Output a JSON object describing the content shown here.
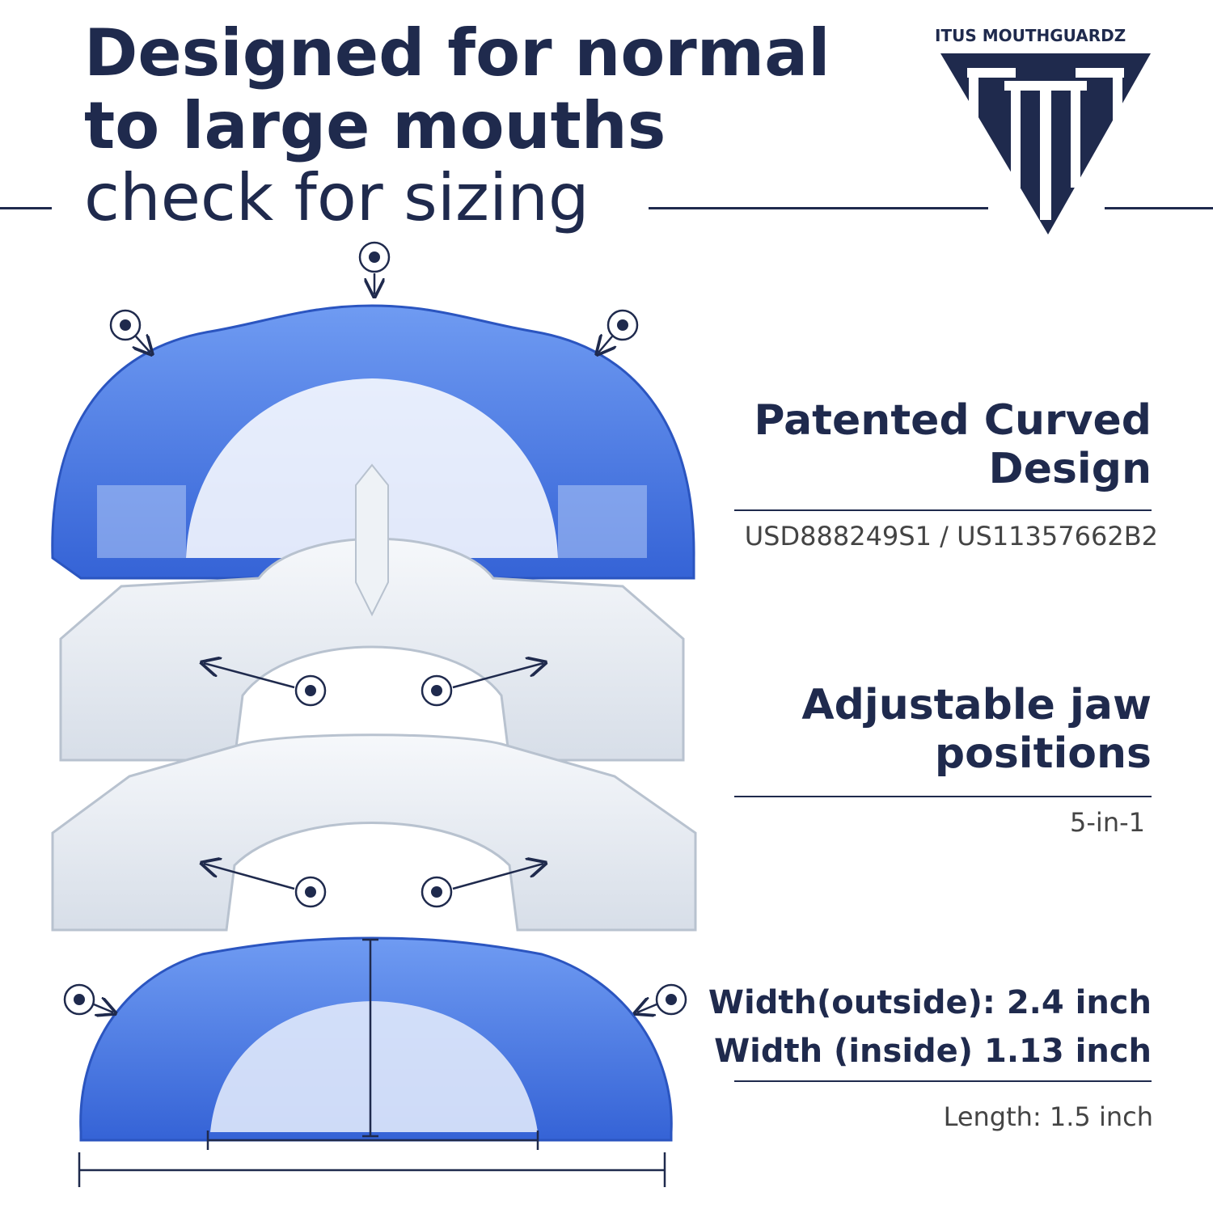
{
  "headline": {
    "line1": "Designed for normal",
    "line2": "to large mouths",
    "line3": "check for sizing"
  },
  "brand": {
    "name": "ITUS MOUTHGUARDZ"
  },
  "features": {
    "curved": {
      "title_l1": "Patented Curved",
      "title_l2": "Design",
      "detail": "USD888249S1 / US11357662B2"
    },
    "jaw": {
      "title_l1": "Adjustable jaw",
      "title_l2": "positions",
      "detail": "5-in-1"
    },
    "size": {
      "width_outside": "Width(outside): 2.4 inch",
      "width_inside": "Width (inside) 1.13 inch",
      "length": "Length: 1.5 inch"
    }
  },
  "colors": {
    "navy": "#1f2a4d",
    "blue": "#3f6fd8",
    "clear": "#e6ebf1"
  }
}
